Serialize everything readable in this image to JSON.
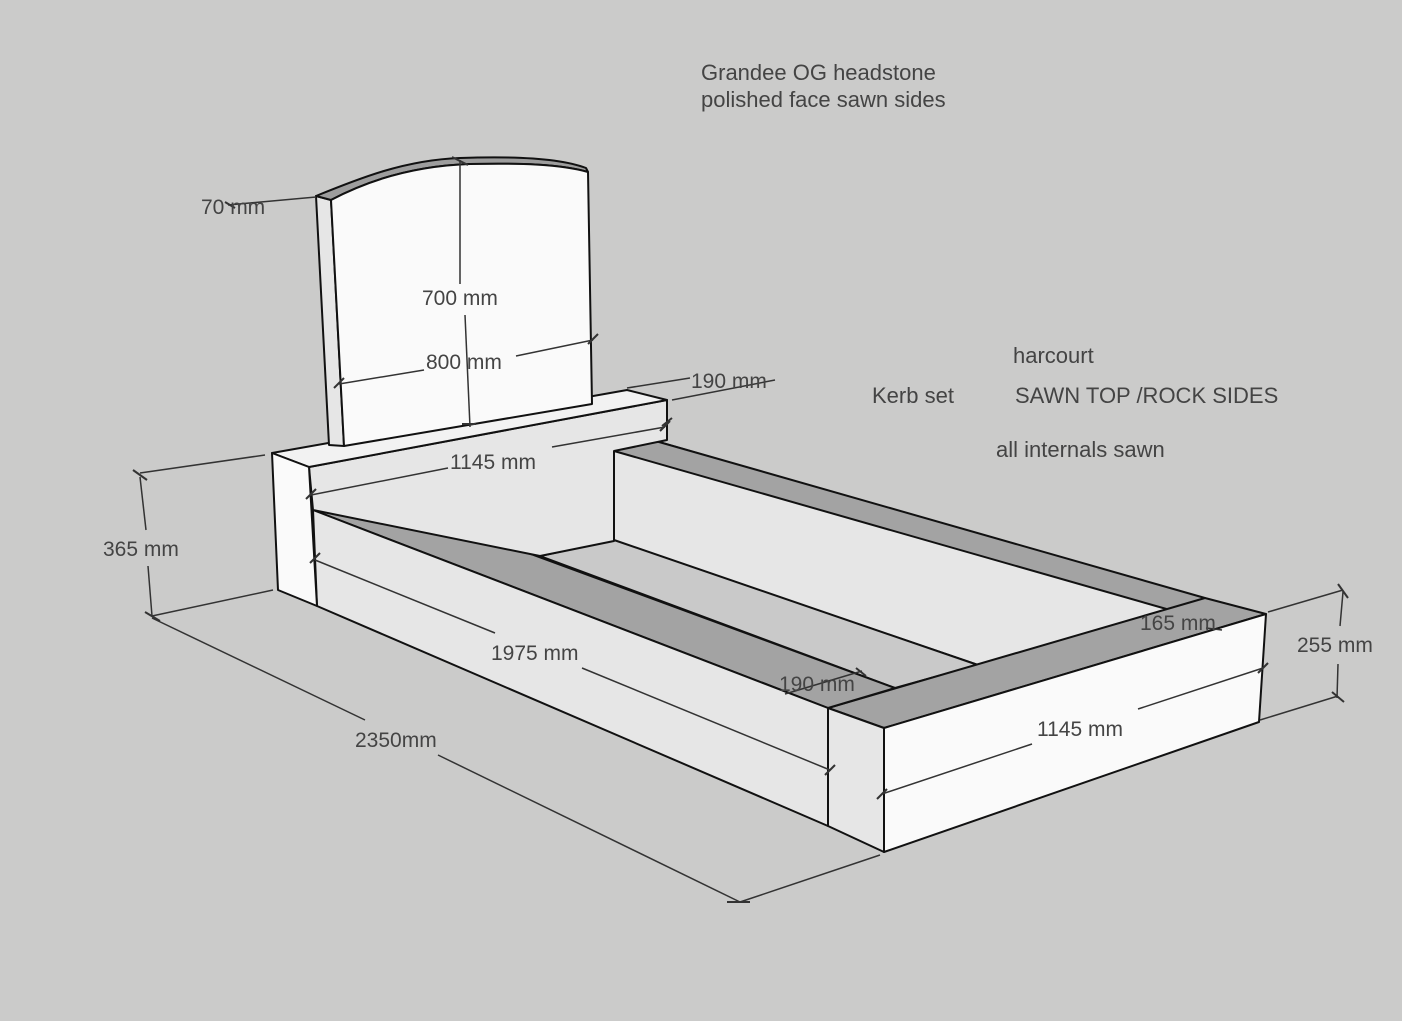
{
  "title": {
    "line1": "Grandee OG headstone",
    "line2": "polished face sawn sides"
  },
  "kerb_notes": {
    "name": "harcourt",
    "label": "Kerb set",
    "finish": "SAWN TOP /ROCK SIDES",
    "internals": "all internals sawn"
  },
  "dimensions": {
    "headstone_thickness": "70 mm",
    "headstone_height": "700 mm",
    "headstone_width": "800 mm",
    "base_depth": "190 mm",
    "base_length": "1145 mm",
    "overall_height": "365 mm",
    "side_kerb_length": "1975 mm",
    "overall_length": "2350mm",
    "kerb_width": "190 mm",
    "foot_kerb_top": "165 mm",
    "foot_kerb_height": "255 mm",
    "foot_kerb_length": "1145 mm"
  },
  "colors": {
    "background": "#cbcbca",
    "front_face": "#fafafa",
    "side_face": "#e6e6e6",
    "top_face": "#a3a3a3",
    "outline": "#111111",
    "text": "#444444"
  }
}
